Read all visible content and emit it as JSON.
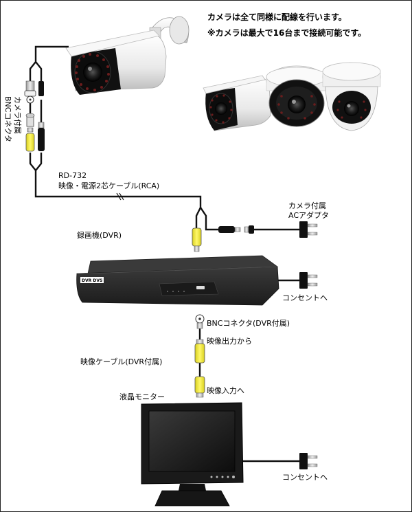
{
  "notes": {
    "line1": "カメラは全て同様に配線を行います。",
    "line2": "※カメラは最大で16台まで接続可能です。"
  },
  "labels": {
    "bnc_camera_col1": "カメラ付属",
    "bnc_camera_col2": "BNCコネクタ",
    "cable_model": "RD-732",
    "cable_desc": "映像・電源2芯ケーブル(RCA)",
    "adapter_line1": "カメラ付属",
    "adapter_line2": "ACアダプタ",
    "dvr": "録画機(DVR)",
    "dvr_outlet": "コンセントへ",
    "bnc_dvr": "BNCコネクタ(DVR付属)",
    "video_out": "映像出力から",
    "video_cable": "映像ケーブル(DVR付属)",
    "video_in": "映像入力へ",
    "monitor": "液晶モニター",
    "monitor_outlet": "コンセントへ",
    "dvr_logo": "DVR DVS"
  },
  "colors": {
    "wire": "#111111",
    "rca_yellow": "#f2ea3a",
    "camera_white": "#f3f3f3",
    "dvr_body": "#2b2b2b",
    "monitor_body": "#1a1a1a"
  }
}
